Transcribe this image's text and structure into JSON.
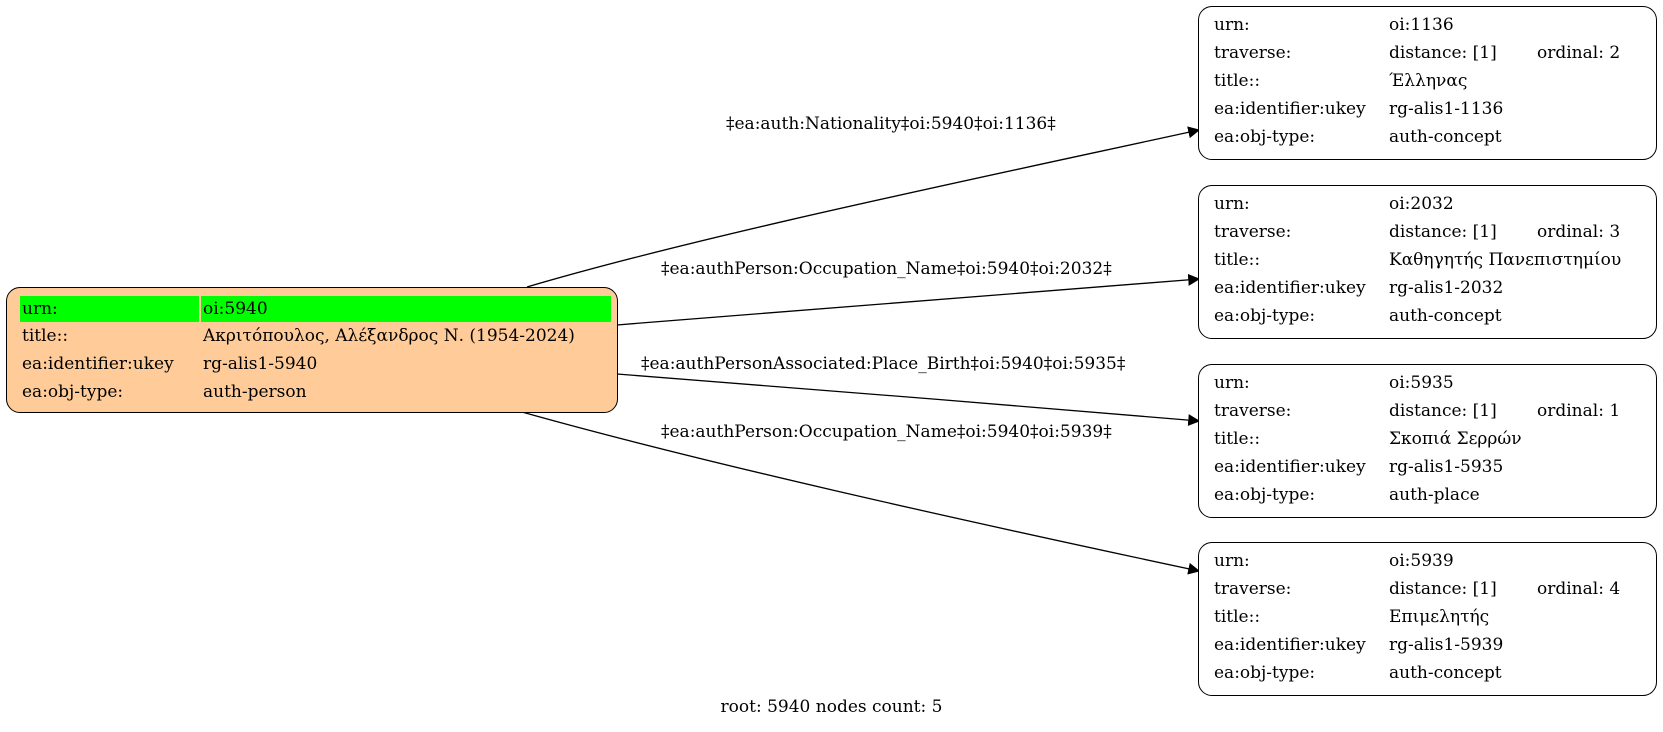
{
  "root": {
    "rows": [
      {
        "key": "urn:",
        "value": "oi:5940"
      },
      {
        "key": "title::",
        "value": "Ακριτόπουλος, Αλέξανδρος Ν. (1954-2024)"
      },
      {
        "key": "ea:identifier:ukey",
        "value": "rg-alis1-5940"
      },
      {
        "key": "ea:obj-type:",
        "value": "auth-person"
      }
    ]
  },
  "nodes": [
    {
      "urn": "oi:1136",
      "distance": "distance: [1]",
      "ordinal": "ordinal: 2",
      "title": "Έλληνας",
      "ukey": "rg-alis1-1136",
      "objtype": "auth-concept"
    },
    {
      "urn": "oi:2032",
      "distance": "distance: [1]",
      "ordinal": "ordinal: 3",
      "title": "Καθηγητής Πανεπιστημίου",
      "ukey": "rg-alis1-2032",
      "objtype": "auth-concept"
    },
    {
      "urn": "oi:5935",
      "distance": "distance: [1]",
      "ordinal": "ordinal: 1",
      "title": "Σκοπιά Σερρών",
      "ukey": "rg-alis1-5935",
      "objtype": "auth-place"
    },
    {
      "urn": "oi:5939",
      "distance": "distance: [1]",
      "ordinal": "ordinal: 4",
      "title": "Επιμελητής",
      "ukey": "rg-alis1-5939",
      "objtype": "auth-concept"
    }
  ],
  "labels": {
    "urn": "urn:",
    "traverse": "traverse:",
    "title": "title::",
    "ukey": "ea:identifier:ukey",
    "objtype": "ea:obj-type:"
  },
  "edges": [
    "‡ea:auth:Nationality‡oi:5940‡oi:1136‡",
    "‡ea:authPerson:Occupation_Name‡oi:5940‡oi:2032‡",
    "‡ea:authPersonAssociated:Place_Birth‡oi:5940‡oi:5935‡",
    "‡ea:authPerson:Occupation_Name‡oi:5940‡oi:5939‡"
  ],
  "footer": "root: 5940 nodes count: 5",
  "colors": {
    "root_fill": "#ffcc99",
    "urn_highlight": "#00ff00",
    "stroke": "#000000"
  }
}
